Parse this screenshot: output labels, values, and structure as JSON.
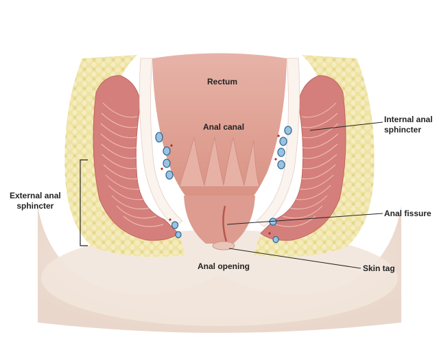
{
  "colors": {
    "background": "#ffffff",
    "skin": "#f2e5dc",
    "skin_shadow": "#e6d1c4",
    "fat": "#efe4a6",
    "fat_dark": "#e2d488",
    "muscle": "#d47f7b",
    "muscle_stripe": "#f4c9c2",
    "mucosa": "#e3a69b",
    "mucosa_dark": "#d98c80",
    "tissue_white": "#fbf3ee",
    "vessel": "#9cc2df",
    "vessel_ring": "#2e6c99",
    "leader_line": "#222222"
  },
  "labels": {
    "rectum": "Rectum",
    "anal_canal": "Anal canal",
    "internal_sphincter": "Internal anal\nsphincter",
    "external_sphincter": "External anal\nsphincter",
    "anal_fissure": "Anal fissure",
    "skin_tag": "Skin tag",
    "anal_opening": "Anal opening"
  },
  "icons": [
    "blood-vessel-icon"
  ]
}
